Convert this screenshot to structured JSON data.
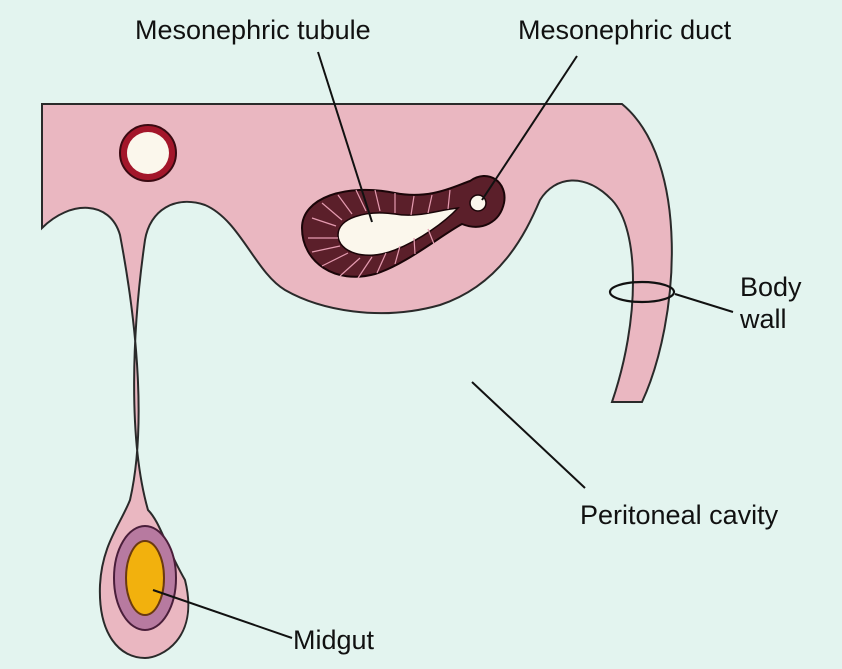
{
  "labels": {
    "mesonephric_tubule": "Mesonephric tubule",
    "mesonephric_duct": "Mesonephric duct",
    "body_wall_line1": "Body",
    "body_wall_line2": "wall",
    "peritoneal_cavity": "Peritoneal cavity",
    "midgut": "Midgut"
  },
  "colors": {
    "background": "#e3f4ef",
    "tissue": "#eab7c1",
    "tubule_wall": "#5b1f2a",
    "vessel_ring": "#a3162a",
    "midgut_outer": "#b77aa0",
    "midgut_inner": "#f2b10d"
  }
}
